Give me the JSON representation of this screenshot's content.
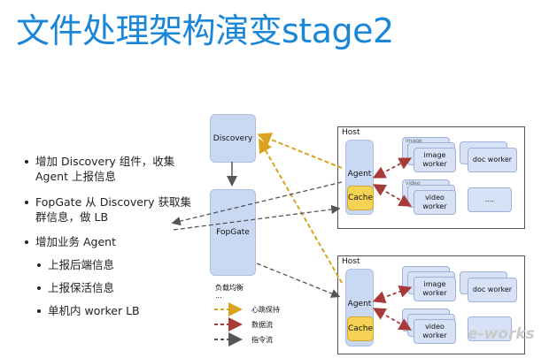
{
  "title": "文件处理架构演变stage2",
  "bullets": [
    {
      "text": "增加 Discovery 组件，收集",
      "level": 1
    },
    {
      "text": "Agent 上报信息",
      "level": 1,
      "continuation": true
    },
    {
      "text": "FopGate 从 Discovery 获取集",
      "level": 1
    },
    {
      "text": "群信息，做 LB",
      "level": 1,
      "continuation": true
    },
    {
      "text": "增加业务 Agent",
      "level": 1
    },
    {
      "text": "上报后端信息",
      "level": 2
    },
    {
      "text": "上报保活信息",
      "level": 2
    },
    {
      "text": "单机内 worker LB",
      "level": 2
    }
  ],
  "diagram": {
    "discovery_label": "Discovery",
    "fopgate_label": "FopGate",
    "lb_note": "负载均衡",
    "lb_note_ellipsis": "...",
    "host_label": "Host",
    "agent_label": "Agent",
    "cache_label": "Cache",
    "image_worker_label": "image worker",
    "video_worker_label": "video worker",
    "doc_worker_label": "doc worker",
    "more_label": "....",
    "back_image_label": "image",
    "back_video_label": "video",
    "legend": [
      {
        "label": "心跳保持",
        "color": "#d9a31f"
      },
      {
        "label": "数据流",
        "color": "#a83a3a"
      },
      {
        "label": "指令流",
        "color": "#555555"
      }
    ]
  },
  "watermark": "e-works"
}
